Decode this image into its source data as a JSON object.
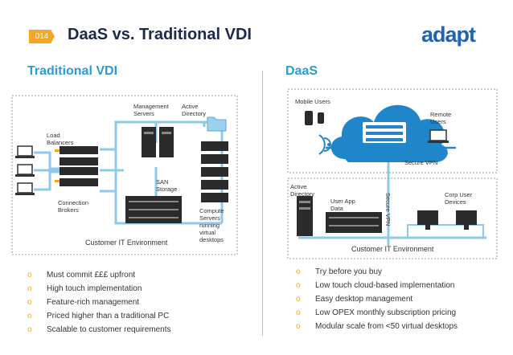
{
  "header": {
    "slide_number": "014",
    "title": "DaaS vs. Traditional VDI",
    "logo_text": "adapt"
  },
  "colors": {
    "accent": "#f5a623",
    "title": "#1b2a4a",
    "heading": "#2e9ad0",
    "logo": "#1e63b6",
    "cloud": "#1f86c9",
    "line": "#8fc9ea"
  },
  "left": {
    "heading": "Traditional VDI",
    "diagram": {
      "labels": {
        "management_servers": "Management\nServers",
        "active_directory": "Active\nDirectory",
        "load_balancers": "Load\nBalancers",
        "connection_brokers": "Connection\nBrokers",
        "san_storage": "SAN\nStorage",
        "compute_servers": "Compute\nServers running\nvirtual desktops",
        "environment": "Customer IT Environment"
      }
    },
    "bullets": [
      "Must commit £££ upfront",
      "High touch implementation",
      "Feature-rich management",
      "Priced higher than a traditional PC",
      "Scalable to customer requirements"
    ]
  },
  "right": {
    "heading": "DaaS",
    "diagram": {
      "labels": {
        "mobile_users": "Mobile Users",
        "remote_users": "Remote\nUsers",
        "secure_vpn_h": "Secure VPN",
        "active_directory": "Active\nDirectory",
        "user_app_data": "User App\nData",
        "secure_vpn_v": "Secure VPN",
        "corp_user_devices": "Corp User\nDevices",
        "environment": "Customer IT Environment"
      }
    },
    "bullets": [
      "Try before you buy",
      "Low touch cloud-based implementation",
      "Easy desktop management",
      "Low OPEX monthly subscription pricing",
      "Modular scale from <50 virtual desktops"
    ]
  }
}
